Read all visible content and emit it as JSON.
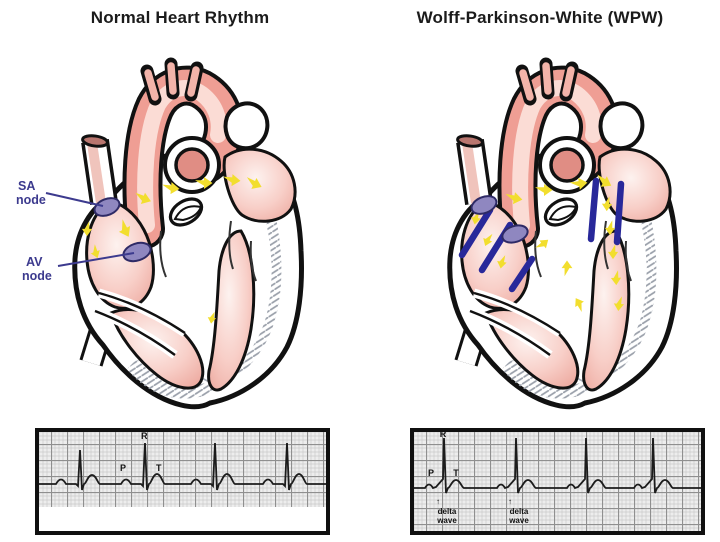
{
  "left_panel": {
    "title": "Normal Heart Rhythm",
    "sa_label": {
      "line1": "SA",
      "line2": "node"
    },
    "av_label": {
      "line1": "AV",
      "line2": "node"
    },
    "ecg_labels": {
      "p": "P",
      "r": "R",
      "t": "T"
    }
  },
  "right_panel": {
    "title": "Wolff-Parkinson-White (WPW)",
    "ecg_labels": {
      "p": "P",
      "r": "R",
      "t": "T"
    },
    "delta_label": {
      "arrow": "↑",
      "line1": "delta",
      "line2": "wave"
    }
  },
  "colors": {
    "conduction_arrow_yellow": "#f2de2e",
    "accessory_pathway_blue": "#28289a",
    "node_purple": "#8f87c0",
    "anatomy_label_blue": "#3c3a8e",
    "heart_pink": "#f3b6ae",
    "outline_black": "#111111",
    "title_color": "#1b1b1b"
  }
}
